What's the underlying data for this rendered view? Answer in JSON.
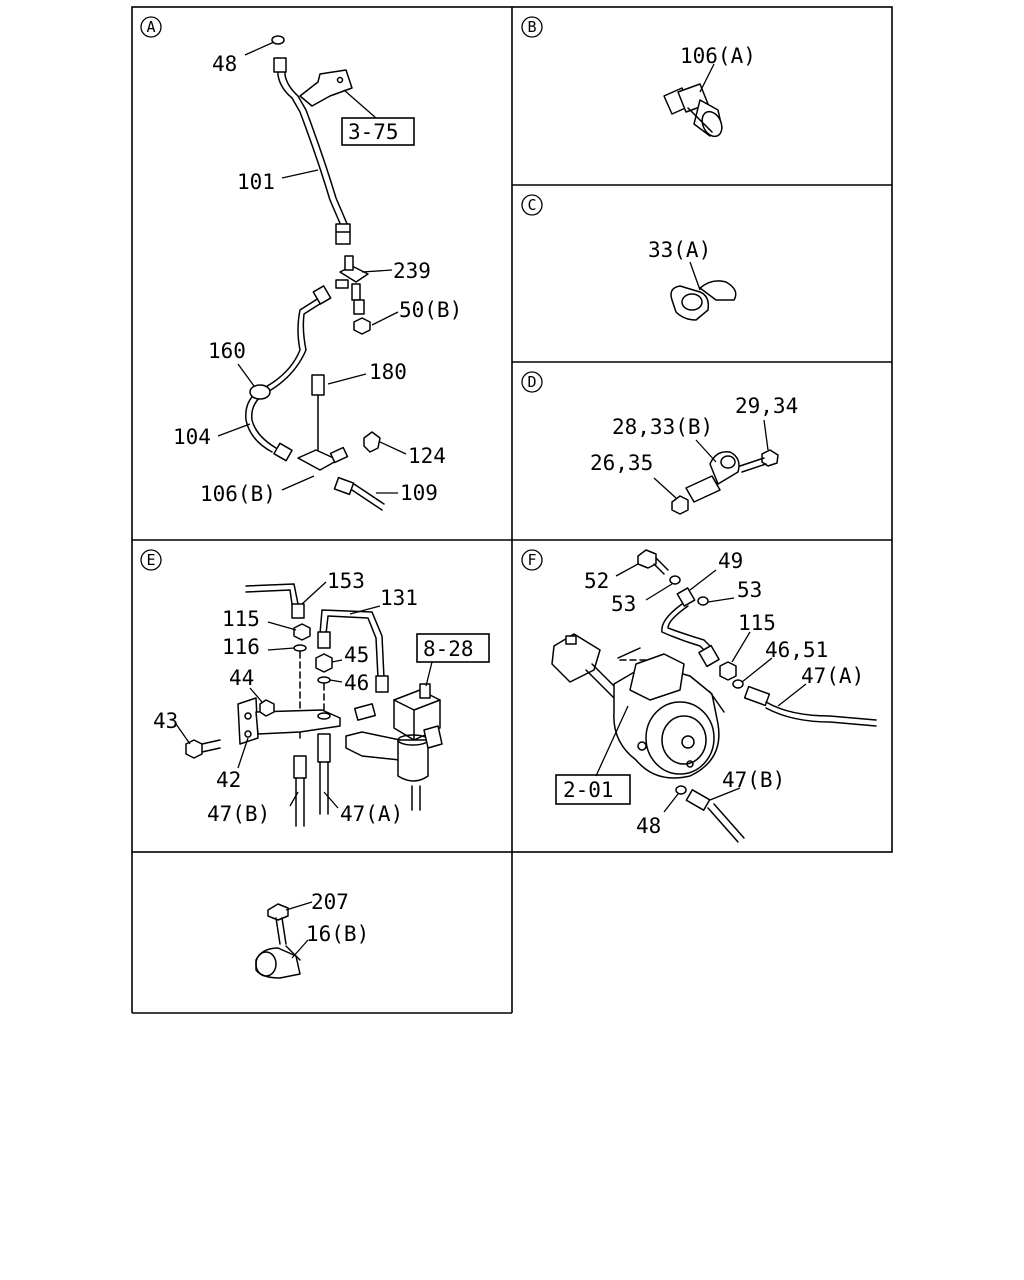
{
  "panels": [
    {
      "id": "A",
      "letter": "A",
      "labels": [
        "48",
        "3-75",
        "101",
        "239",
        "50(B)",
        "160",
        "180",
        "104",
        "124",
        "106(B)",
        "109"
      ]
    },
    {
      "id": "B",
      "letter": "B",
      "labels": [
        "106(A)"
      ]
    },
    {
      "id": "C",
      "letter": "C",
      "labels": [
        "33(A)"
      ]
    },
    {
      "id": "D",
      "letter": "D",
      "labels": [
        "29,34",
        "28,33(B)",
        "26,35"
      ]
    },
    {
      "id": "E",
      "letter": "E",
      "labels": [
        "153",
        "131",
        "115",
        "116",
        "45",
        "46",
        "44",
        "43",
        "42",
        "47(B)",
        "47(A)",
        "8-28"
      ]
    },
    {
      "id": "F",
      "letter": "F",
      "labels": [
        "52",
        "49",
        "53",
        "53",
        "115",
        "46,51",
        "47(A)",
        "2-01",
        "47(B)",
        "48"
      ]
    },
    {
      "id": "G",
      "letter": "",
      "labels": [
        "207",
        "16(B)"
      ]
    }
  ]
}
